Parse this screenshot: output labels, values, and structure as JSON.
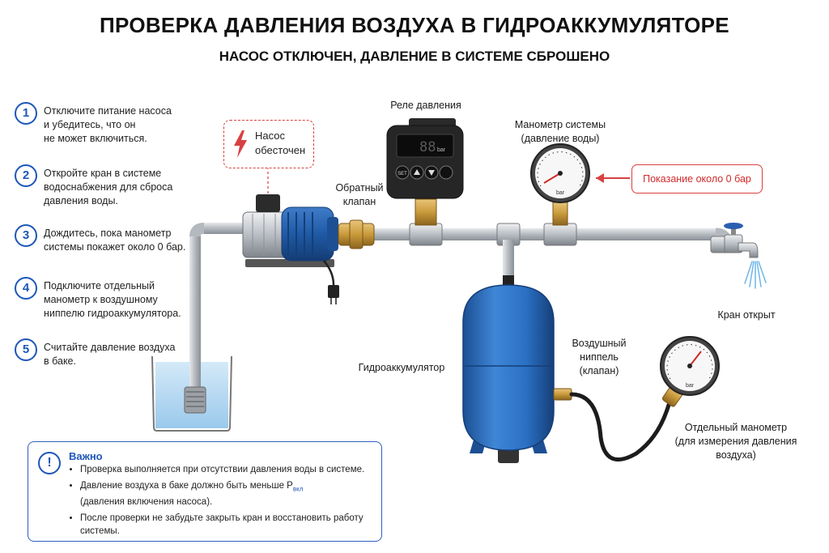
{
  "title": "ПРОВЕРКА ДАВЛЕНИЯ ВОЗДУХА В ГИДРОАККУМУЛЯТОРЕ",
  "subtitle": "НАСОС ОТКЛЮЧЕН, ДАВЛЕНИЕ В СИСТЕМЕ СБРОШЕНО",
  "steps": [
    {
      "num": "1",
      "text": "Отключите питание насоса\nи убедитесь, что он\nне может включиться."
    },
    {
      "num": "2",
      "text": "Откройте кран в системе\nводоснабжения для сброса\nдавления воды."
    },
    {
      "num": "3",
      "text": "Дождитесь, пока манометр\nсистемы покажет около 0 бар."
    },
    {
      "num": "4",
      "text": "Подключите отдельный\nманометр к воздушному\nниппелю гидроаккумулятора."
    },
    {
      "num": "5",
      "text": "Считайте давление воздуха\nв баке."
    }
  ],
  "labels": {
    "pump_off": "Насос\nобесточен",
    "pressure_relay": "Реле давления",
    "check_valve": "Обратный\nклапан",
    "system_gauge": "Манометр системы\n(давление воды)",
    "reading": "Показание около 0 бар",
    "tap_open": "Кран открыт",
    "accumulator": "Гидроаккумулятор",
    "air_nipple": "Воздушный\nниппель\n(клапан)",
    "separate_gauge": "Отдельный манометр\n(для измерения давления\nвоздуха)",
    "relay_unit": "bar",
    "relay_set": "SET",
    "gauge_unit": "bar"
  },
  "important": {
    "icon": "!",
    "title": "Важно",
    "items": [
      "Проверка выполняется при отсутствии давления воды в системе.",
      "Давление воздуха в баке должно быть меньше P",
      "(давления включения насоса).",
      "После проверки не забудьте закрыть кран и восстановить работу системы."
    ],
    "sub": "вкл"
  },
  "colors": {
    "accent_blue": "#1e57b8",
    "alert_red": "#d94040",
    "tank_blue": "#2a6fc4",
    "pipe_gray": "#a8adb3",
    "brass": "#c99a3a",
    "water": "#b9dcf2"
  }
}
